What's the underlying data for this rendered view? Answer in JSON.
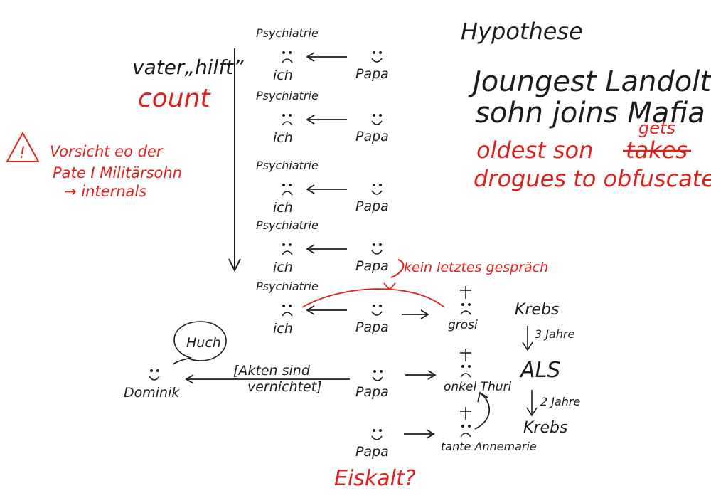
{
  "colors": {
    "ink": "#1c1c1c",
    "accent": "#e0201c"
  },
  "hypothesis": {
    "heading": "Hypothese",
    "line1": "Joungest Landolt",
    "line2": "sohn joins Mafia",
    "line3": "oldest son",
    "struck_word": "takes",
    "replacement_word": "gets",
    "line4": "drogues to obfuscate"
  },
  "left_notes": {
    "father_helps": "vater„hilft”",
    "count": "count",
    "warning_line1": "Vorsicht eo der",
    "warning_line2": "Pate I Militärsohn",
    "warning_line3": "→ internals",
    "warning_mark": "!"
  },
  "chain": {
    "psych_label": "Psychiatrie",
    "me_label": "ich",
    "dad_label": "Papa",
    "steps": 5
  },
  "no_last_talk": "kein letztes gespräch",
  "family": {
    "grosi": "grosi",
    "onkel": "onkel Thuri",
    "tante": "tante Annemarie",
    "dominik": "Dominik",
    "huch": "Huch",
    "files_line1": "[Akten sind",
    "files_line2": "vernichtet]",
    "eiskalt": "Eiskalt?"
  },
  "illness": {
    "krebs_1": "Krebs",
    "years_3": "3 Jahre",
    "als": "ALS",
    "years_2": "2 Jahre",
    "krebs_2": "Krebs"
  }
}
